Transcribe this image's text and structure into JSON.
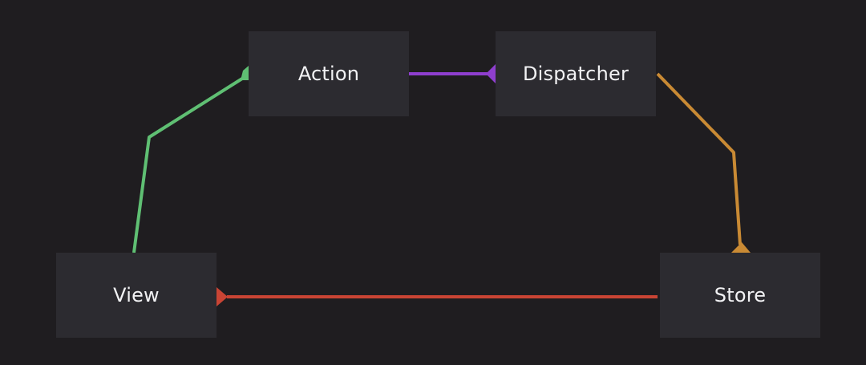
{
  "diagram": {
    "nodes": {
      "action": {
        "label": "Action"
      },
      "dispatcher": {
        "label": "Dispatcher"
      },
      "view": {
        "label": "View"
      },
      "store": {
        "label": "Store"
      }
    },
    "edges": [
      {
        "from": "view",
        "to": "action",
        "color": "#5fbf73"
      },
      {
        "from": "action",
        "to": "dispatcher",
        "color": "#8f3fcf"
      },
      {
        "from": "dispatcher",
        "to": "store",
        "color": "#c98a34"
      },
      {
        "from": "store",
        "to": "view",
        "color": "#c94434"
      }
    ]
  },
  "colors": {
    "background": "#1f1d20",
    "node_fill": "#2c2b30",
    "node_text": "#f2f2f4"
  }
}
